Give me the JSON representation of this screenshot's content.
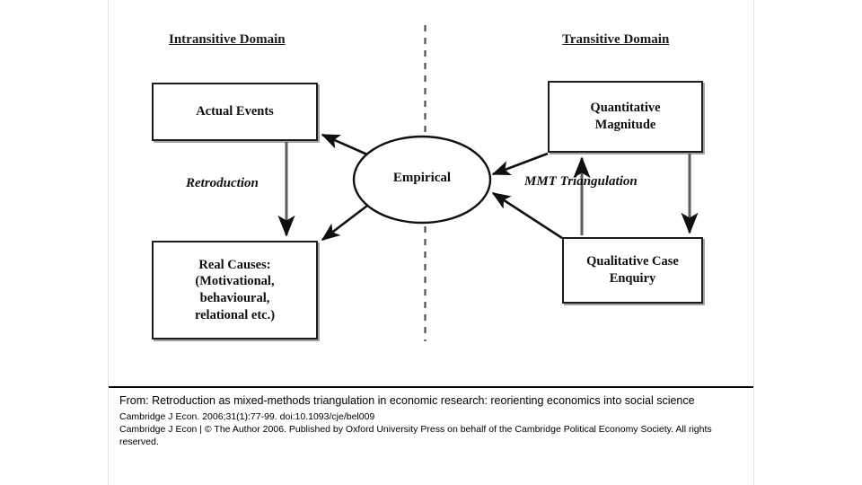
{
  "figure": {
    "domains": {
      "left_title": "Intransitive Domain",
      "right_title": "Transitive Domain"
    },
    "nodes": {
      "actual_events": "Actual Events",
      "real_causes": "Real Causes:\n(Motivational,\nbehavioural,\nrelational etc.)",
      "empirical": "Empirical",
      "quantitative_magnitude": "Quantitative\nMagnitude",
      "qualitative_case_enquiry": "Qualitative Case\nEnquiry"
    },
    "edge_labels": {
      "retroduction": "Retroduction",
      "mmt_triangulation": "MMT Triangulation"
    },
    "colors": {
      "stroke": "#1c1c1c",
      "divider": "#6b6b6b",
      "background": "#ffffff"
    }
  },
  "caption": {
    "title": "From: Retroduction as mixed-methods triangulation in economic research: reorienting economics into social science",
    "citation": "Cambridge J Econ. 2006;31(1):77-99. doi:10.1093/cje/bel009",
    "rights": "Cambridge J Econ | © The Author 2006. Published by Oxford University Press on behalf of the Cambridge Political Economy Society. All rights reserved."
  }
}
